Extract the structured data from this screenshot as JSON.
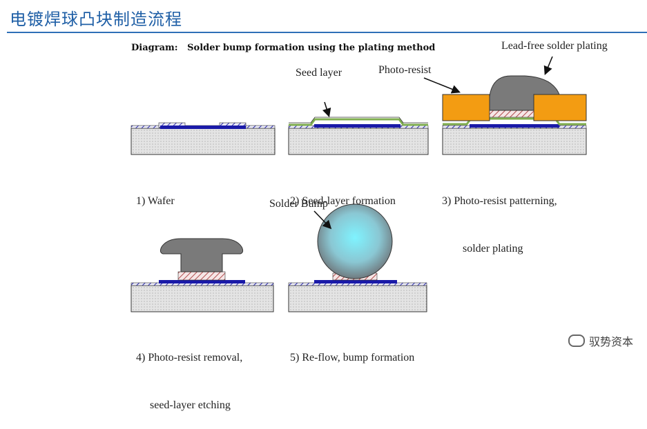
{
  "header": {
    "title": "电镀焊球凸块制造流程"
  },
  "diagram": {
    "title": "Diagram:   Solder bump formation using the plating method",
    "callouts": {
      "lead_free": "Lead-free solder plating",
      "seed_layer": "Seed layer",
      "photo_resist": "Photo-resist",
      "solder_bump": "Solder Bump"
    },
    "steps": [
      {
        "line1": "1) Wafer",
        "line2": ""
      },
      {
        "line1": "2) Seed-layer formation",
        "line2": ""
      },
      {
        "line1": "3) Photo-resist patterning,",
        "line2": "solder plating"
      },
      {
        "line1": "4) Photo-resist removal,",
        "line2": "seed-layer etching"
      },
      {
        "line1": "5) Re-flow, bump formation",
        "line2": ""
      }
    ]
  },
  "watermark": {
    "text": "驭势资本",
    "icon": "wechat-icon"
  },
  "colors": {
    "header": "#1f5fa6",
    "wafer": "#dcdcdc",
    "pad": "#1a1aa8",
    "photo_resist": "#f39c12",
    "solder": "#7a7a7a",
    "seed": "#7fae4f",
    "bump": "#8ee0f0"
  }
}
